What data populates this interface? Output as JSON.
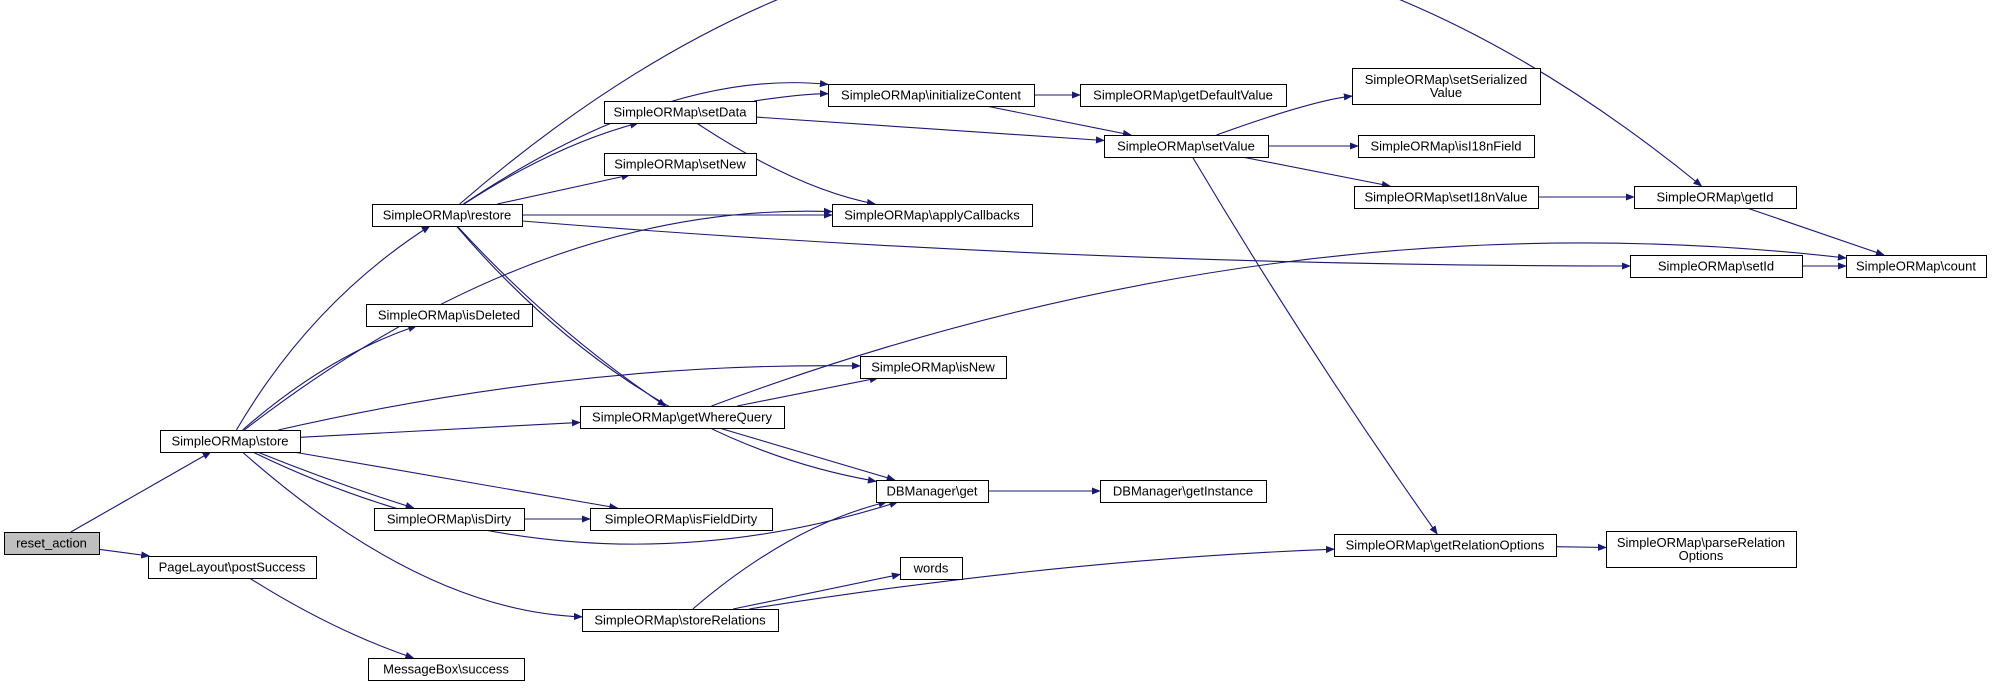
{
  "colors": {
    "edge": "#191970",
    "root_fill": "#bfbfbf",
    "node_fill": "#ffffff",
    "border": "#000000"
  },
  "nodes": {
    "reset_action": {
      "label": [
        "reset_action"
      ],
      "root": true
    },
    "store": {
      "label": [
        "SimpleORMap\\store"
      ]
    },
    "postSuccess": {
      "label": [
        "PageLayout\\postSuccess"
      ]
    },
    "restore": {
      "label": [
        "SimpleORMap\\restore"
      ]
    },
    "isDeleted": {
      "label": [
        "SimpleORMap\\isDeleted"
      ]
    },
    "isDirty": {
      "label": [
        "SimpleORMap\\isDirty"
      ]
    },
    "msgSuccess": {
      "label": [
        "MessageBox\\success"
      ]
    },
    "setData": {
      "label": [
        "SimpleORMap\\setData"
      ]
    },
    "setNew": {
      "label": [
        "SimpleORMap\\setNew"
      ]
    },
    "getWhereQuery": {
      "label": [
        "SimpleORMap\\getWhereQuery"
      ]
    },
    "isFieldDirty": {
      "label": [
        "SimpleORMap\\isFieldDirty"
      ]
    },
    "storeRelations": {
      "label": [
        "SimpleORMap\\storeRelations"
      ]
    },
    "initializeContent": {
      "label": [
        "SimpleORMap\\initializeContent"
      ]
    },
    "applyCallbacks": {
      "label": [
        "SimpleORMap\\applyCallbacks"
      ]
    },
    "isNew": {
      "label": [
        "SimpleORMap\\isNew"
      ]
    },
    "dbGet": {
      "label": [
        "DBManager\\get"
      ]
    },
    "words": {
      "label": [
        "words"
      ]
    },
    "getDefaultValue": {
      "label": [
        "SimpleORMap\\getDefaultValue"
      ]
    },
    "getInstance": {
      "label": [
        "DBManager\\getInstance"
      ]
    },
    "setValue": {
      "label": [
        "SimpleORMap\\setValue"
      ]
    },
    "setSerializedValue": {
      "label": [
        "SimpleORMap\\setSerialized",
        "Value"
      ]
    },
    "isI18nField": {
      "label": [
        "SimpleORMap\\isI18nField"
      ]
    },
    "setI18nValue": {
      "label": [
        "SimpleORMap\\setI18nValue"
      ]
    },
    "getRelationOptions": {
      "label": [
        "SimpleORMap\\getRelationOptions"
      ]
    },
    "getId": {
      "label": [
        "SimpleORMap\\getId"
      ]
    },
    "setId": {
      "label": [
        "SimpleORMap\\setId"
      ]
    },
    "parseRelationOptions": {
      "label": [
        "SimpleORMap\\parseRelation",
        "Options"
      ]
    },
    "count": {
      "label": [
        "SimpleORMap\\count"
      ]
    }
  },
  "edges": [
    [
      "reset_action",
      "store"
    ],
    [
      "reset_action",
      "postSuccess"
    ],
    [
      "store",
      "restore"
    ],
    [
      "store",
      "isDeleted"
    ],
    [
      "store",
      "applyCallbacks"
    ],
    [
      "store",
      "isNew"
    ],
    [
      "store",
      "getWhereQuery"
    ],
    [
      "store",
      "isDirty"
    ],
    [
      "store",
      "isFieldDirty"
    ],
    [
      "store",
      "dbGet"
    ],
    [
      "store",
      "storeRelations"
    ],
    [
      "postSuccess",
      "msgSuccess"
    ],
    [
      "restore",
      "getId"
    ],
    [
      "restore",
      "initializeContent"
    ],
    [
      "restore",
      "setData"
    ],
    [
      "restore",
      "setNew"
    ],
    [
      "restore",
      "applyCallbacks"
    ],
    [
      "restore",
      "setId"
    ],
    [
      "restore",
      "getWhereQuery"
    ],
    [
      "restore",
      "dbGet"
    ],
    [
      "setData",
      "initializeContent"
    ],
    [
      "setData",
      "setValue"
    ],
    [
      "setData",
      "applyCallbacks"
    ],
    [
      "initializeContent",
      "getDefaultValue"
    ],
    [
      "initializeContent",
      "setValue"
    ],
    [
      "setValue",
      "setSerializedValue"
    ],
    [
      "setValue",
      "isI18nField"
    ],
    [
      "setValue",
      "setI18nValue"
    ],
    [
      "setValue",
      "getRelationOptions"
    ],
    [
      "setI18nValue",
      "getId"
    ],
    [
      "getId",
      "count"
    ],
    [
      "setId",
      "count"
    ],
    [
      "getWhereQuery",
      "isNew"
    ],
    [
      "getWhereQuery",
      "count"
    ],
    [
      "getWhereQuery",
      "dbGet"
    ],
    [
      "isDirty",
      "isFieldDirty"
    ],
    [
      "dbGet",
      "getInstance"
    ],
    [
      "storeRelations",
      "dbGet"
    ],
    [
      "storeRelations",
      "words"
    ],
    [
      "storeRelations",
      "getRelationOptions"
    ],
    [
      "getRelationOptions",
      "parseRelationOptions"
    ]
  ]
}
